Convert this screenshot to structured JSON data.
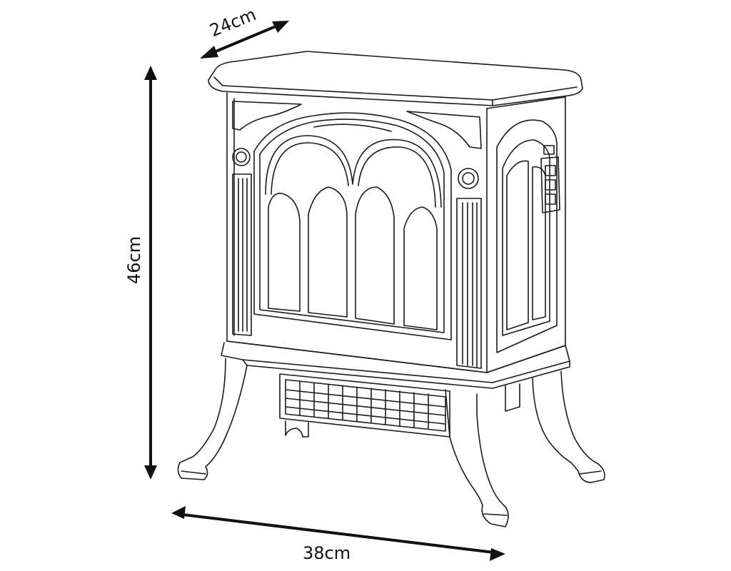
{
  "dimensions": {
    "depth": "24cm",
    "height": "46cm",
    "width": "38cm"
  },
  "colors": {
    "line": "#1a1a1a",
    "background": "#ffffff"
  }
}
